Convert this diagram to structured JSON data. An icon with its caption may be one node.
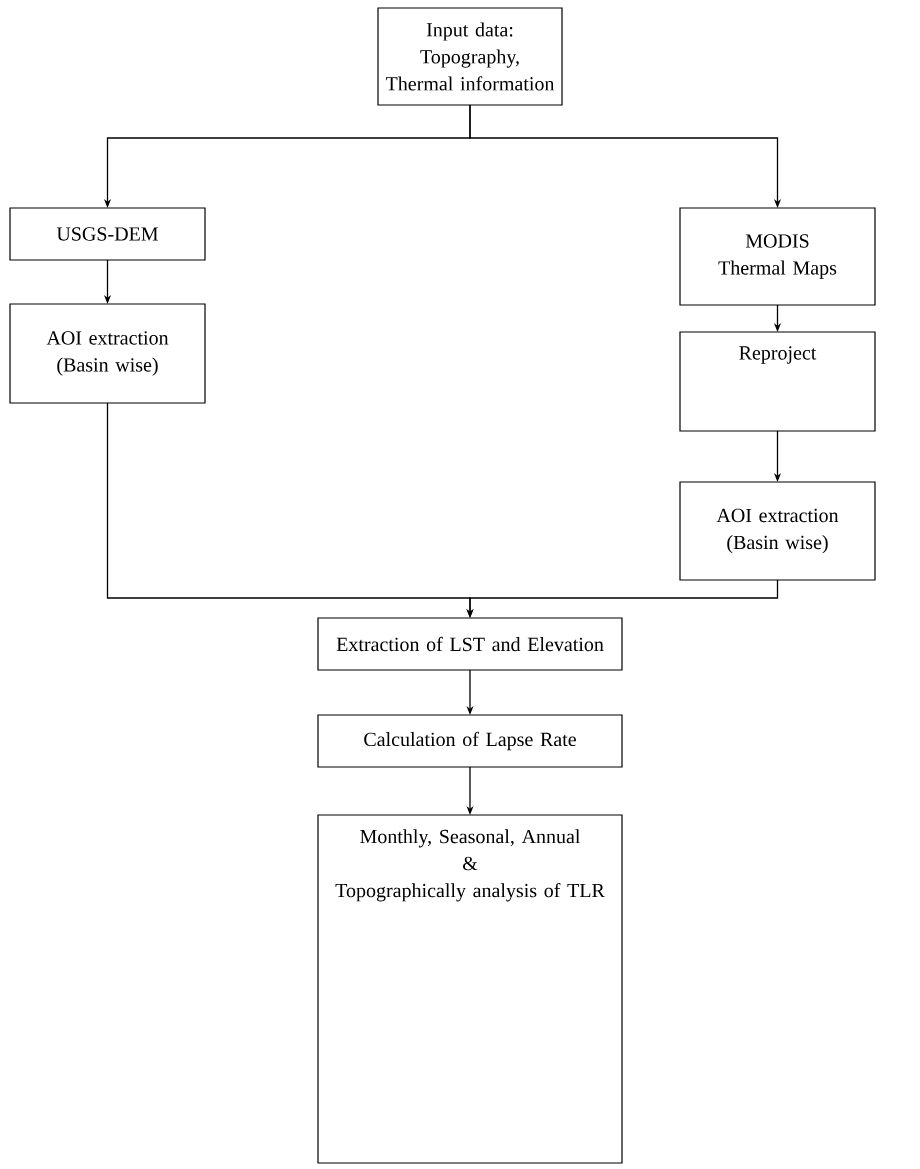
{
  "diagram": {
    "nodes": [
      {
        "text": [
          "Input data: Topography, Thermal information"
        ]
      },
      {
        "text": [
          "USGS-DEM"
        ]
      },
      {
        "text": [
          "MODIS Thermal Maps"
        ]
      },
      {
        "text": [
          "AOI extraction (Basin wise)"
        ]
      },
      {
        "text": [
          "Reproject"
        ]
      },
      {
        "text": [
          "AOI extraction (Basin wise)"
        ]
      },
      {
        "text": [
          "Extraction of LST and Elevation"
        ]
      },
      {
        "text": [
          "Calculation of Lapse Rate"
        ]
      },
      {
        "text": [
          "Monthly, Seasonal, Annual",
          "&",
          "Topographically analysis of TLR"
        ]
      }
    ],
    "edges": [
      {
        "from": 0,
        "to": 1,
        "arrow": "to"
      },
      {
        "from": 0,
        "to": 2,
        "arrow": "to"
      },
      {
        "from": 1,
        "to": 3,
        "arrow": "to"
      },
      {
        "from": 2,
        "to": 4,
        "arrow": "to"
      },
      {
        "from": 4,
        "to": 5,
        "arrow": "to"
      },
      {
        "from": 3,
        "to": 6,
        "arrow": "to"
      },
      {
        "from": 5,
        "to": 6,
        "arrow": "to"
      },
      {
        "from": 6,
        "to": 7,
        "arrow": "to"
      },
      {
        "from": 7,
        "to": 8,
        "arrow": "to"
      }
    ]
  }
}
